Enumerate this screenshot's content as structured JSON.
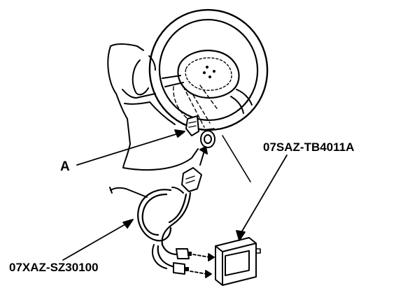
{
  "labels": {
    "part_a": "A",
    "tool_top": "07SAZ-TB4011A",
    "tool_bottom": "07XAZ-SZ30100"
  },
  "colors": {
    "ink": "#000000",
    "paper": "#ffffff"
  }
}
